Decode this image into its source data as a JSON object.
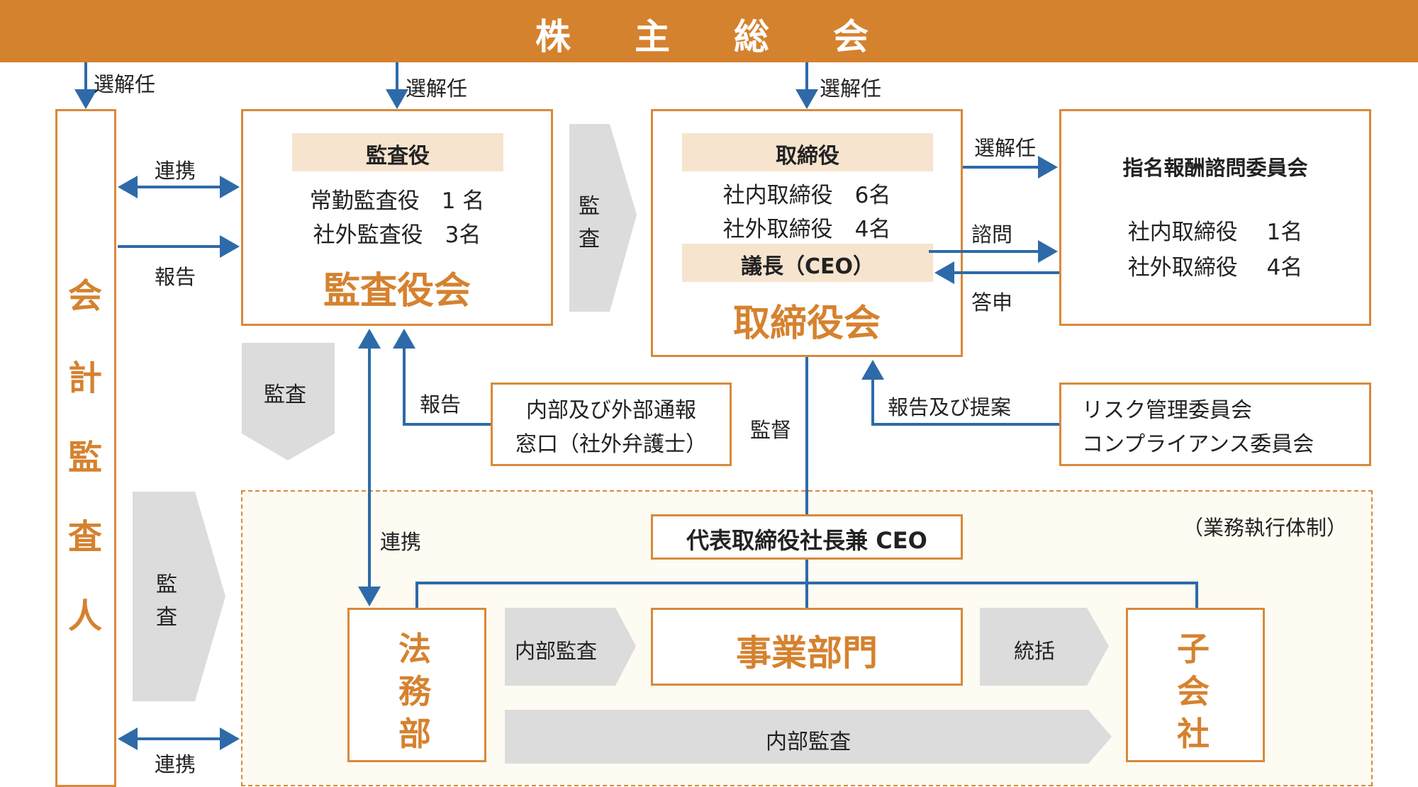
{
  "header": {
    "title": "株　主　総　会",
    "color": "#d5822f"
  },
  "labels": {
    "senkainin": "選解任",
    "renkei": "連携",
    "houkoku": "報告",
    "kansa": "監査",
    "shimon": "諮問",
    "toushin": "答申",
    "kantoku": "監督",
    "houkoku_teian": "報告及び提案",
    "naibu_kansa": "内部監査",
    "toukatsu": "統括"
  },
  "auditor": {
    "chars": [
      "会",
      "計",
      "監",
      "査",
      "人"
    ]
  },
  "kansayaku": {
    "heading": "監査役",
    "line1": "常勤監査役　1 名",
    "line2": "社外監査役　3名",
    "title": "監査役会"
  },
  "torishimariyaku": {
    "heading": "取締役",
    "line1": "社内取締役　6名",
    "line2": "社外取締役　4名",
    "chair": "議長（CEO）",
    "title": "取締役会"
  },
  "nomination": {
    "heading": "指名報酬諮問委員会",
    "line1": "社内取締役　 1名",
    "line2": "社外取締役　 4名"
  },
  "whistle": {
    "line1": "内部及び外部通報",
    "line2": "窓口（社外弁護士）"
  },
  "risk": {
    "line1": "リスク管理委員会",
    "line2": "コンプライアンス委員会"
  },
  "execution": {
    "system_label": "（業務執行体制）",
    "ceo": "代表取締役社長兼 CEO",
    "legal": [
      "法",
      "務",
      "部"
    ],
    "business": "事業部門",
    "subsidiary": [
      "子",
      "会",
      "社"
    ]
  },
  "colors": {
    "orange": "#d5822f",
    "blue": "#2e6aa8",
    "beige": "#f7e4cf",
    "grey": "#dcdcdc"
  }
}
